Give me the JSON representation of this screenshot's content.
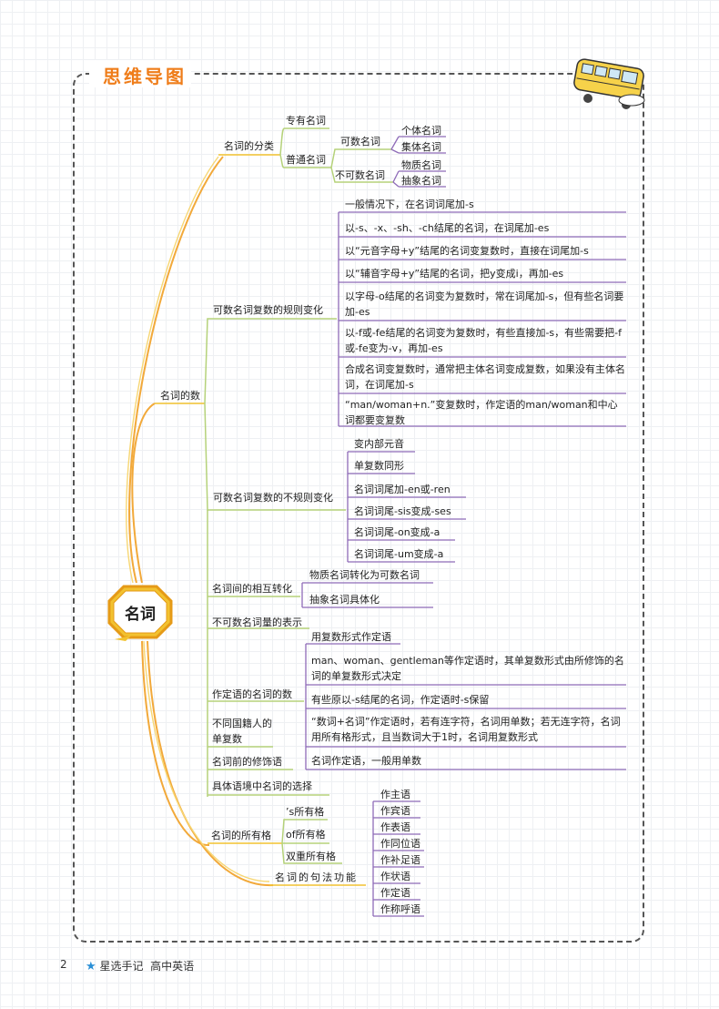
{
  "header": {
    "title": "思维导图"
  },
  "center": {
    "label": "名词"
  },
  "classification": {
    "label": "名词的分类",
    "proper": "专有名词",
    "common": "普通名词",
    "countable": "可数名词",
    "uncountable": "不可数名词",
    "countable_items": [
      "个体名词",
      "集体名词"
    ],
    "uncountable_items": [
      "物质名词",
      "抽象名词"
    ]
  },
  "number": {
    "label": "名词的数",
    "regular": {
      "label": "可数名词复数的规则变化",
      "items": [
        "一般情况下，在名词词尾加-s",
        "以-s、-x、-sh、-ch结尾的名词，在词尾加-es",
        "以“元音字母+y”结尾的名词变复数时，直接在词尾加-s",
        "以“辅音字母+y”结尾的名词，把y变成i，再加-es",
        "以字母-o结尾的名词变为复数时，常在词尾加-s，但有些名词要加-es",
        "以-f或-fe结尾的名词变为复数时，有些直接加-s，有些需要把-f或-fe变为-v，再加-es",
        "合成名词变复数时，通常把主体名词变成复数，如果没有主体名词，在词尾加-s",
        "“man/woman+n.”变复数时，作定语的man/woman和中心词都要变复数"
      ]
    },
    "irregular": {
      "label": "可数名词复数的不规则变化",
      "items": [
        "变内部元音",
        "单复数同形",
        "名词词尾加-en或-ren",
        "名词词尾-sis变成-ses",
        "名词词尾-on变成-a",
        "名词词尾-um变成-a"
      ]
    },
    "conversion": {
      "label": "名词间的相互转化",
      "items": [
        "物质名词转化为可数名词",
        "抽象名词具体化"
      ]
    },
    "uncountable_quantity": {
      "label": "不可数名词量的表示"
    },
    "attributive": {
      "label": "作定语的名词的数",
      "items": [
        "用复数形式作定语",
        "man、woman、gentleman等作定语时，其单复数形式由所修饰的名词的单复数形式决定",
        "有些原以-s结尾的名词，作定语时-s保留",
        "“数词+名词”作定语时，若有连字符，名词用单数；若无连字符，名词用所有格形式，且当数词大于1时，名词用复数形式",
        "名词作定语，一般用单数"
      ]
    },
    "nationality": {
      "label": "不同国籍人的单复数"
    },
    "modifiers": {
      "label": "名词前的修饰语"
    },
    "context": {
      "label": "具体语境中名词的选择"
    }
  },
  "possessive": {
    "label": "名词的所有格",
    "items": [
      "’s所有格",
      "of所有格",
      "双重所有格"
    ]
  },
  "syntax": {
    "label": "名词的句法功能",
    "items": [
      "作主语",
      "作宾语",
      "作表语",
      "作同位语",
      "作补足语",
      "作状语",
      "作定语",
      "作称呼语"
    ]
  },
  "footer": {
    "page": "2",
    "brand": "星选手记",
    "subject": "高中英语"
  },
  "colors": {
    "orange": "#ef7d1a",
    "yellow": "#f2c230",
    "green": "#b5d27a",
    "purple": "#8e6bb8",
    "accent_blue": "#2a8fd6"
  }
}
